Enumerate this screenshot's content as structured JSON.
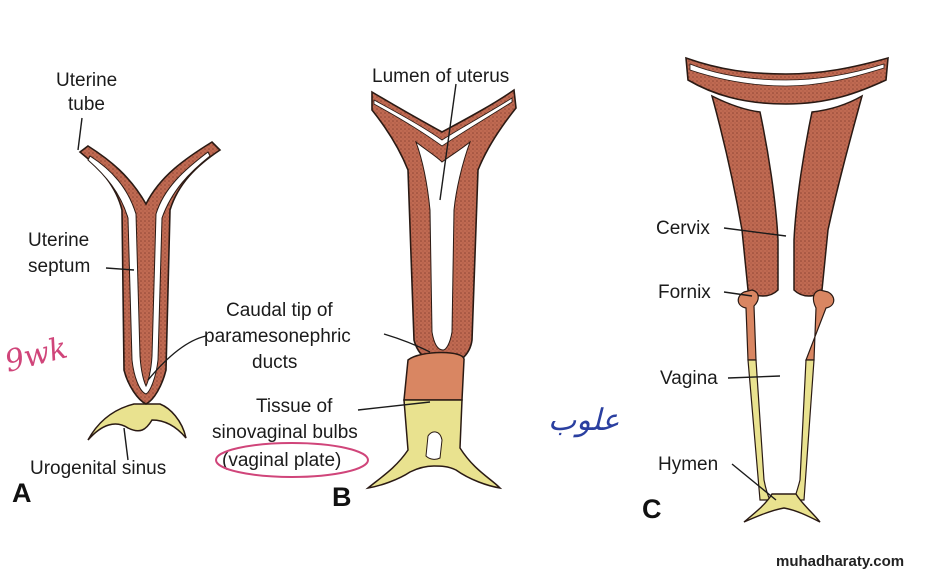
{
  "labels": {
    "uterine_tube_line1": "Uterine",
    "uterine_tube_line2": "tube",
    "uterine_septum_line1": "Uterine",
    "uterine_septum_line2": "septum",
    "urogenital_sinus": "Urogenital sinus",
    "lumen_of_uterus": "Lumen of uterus",
    "caudal_tip_line1": "Caudal tip of",
    "caudal_tip_line2": "paramesonephric",
    "caudal_tip_line3": "ducts",
    "tissue_line1": "Tissue of",
    "tissue_line2": "sinovaginal bulbs",
    "tissue_line3": "(vaginal plate)",
    "cervix": "Cervix",
    "fornix": "Fornix",
    "vagina": "Vagina",
    "hymen": "Hymen"
  },
  "panels": {
    "a": "A",
    "b": "B",
    "c": "C"
  },
  "handwriting": {
    "left_note": "9wk",
    "right_note": "علوب"
  },
  "watermark": "muhadharaty.com",
  "colors": {
    "tissue": "#c06a52",
    "tissue_light": "#d98662",
    "bulb": "#e9e28f",
    "outline": "#2a1a14",
    "ink_pink": "#d0457a",
    "ink_blue": "#2a3fa0",
    "lumen": "#ffffff"
  }
}
